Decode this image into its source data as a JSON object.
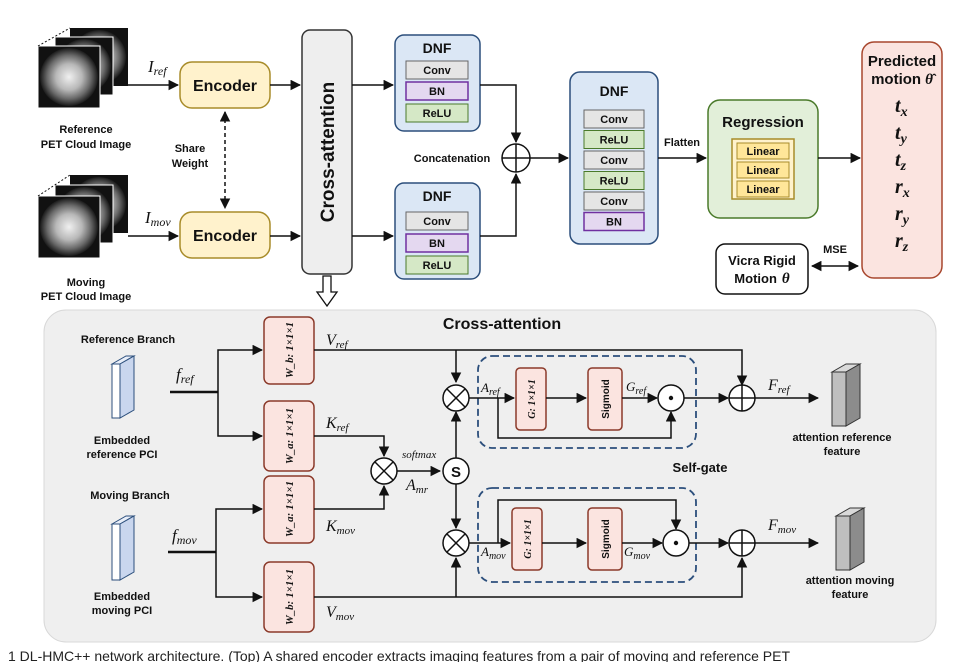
{
  "inputs": {
    "ref_symbol": "I",
    "ref_sub": "ref",
    "mov_symbol": "I",
    "mov_sub": "mov",
    "ref_caption_1": "Reference",
    "ref_caption_2": "PET Cloud Image",
    "mov_caption_1": "Moving",
    "mov_caption_2": "PET Cloud Image",
    "share_1": "Share",
    "share_2": "Weight"
  },
  "encoder": {
    "label": "Encoder"
  },
  "cross_attention_bar": {
    "label": "Cross-attention"
  },
  "dnf_top": {
    "title": "DNF",
    "layers": [
      "Conv",
      "BN",
      "ReLU"
    ]
  },
  "dnf_bottom": {
    "title": "DNF",
    "layers": [
      "Conv",
      "BN",
      "ReLU"
    ]
  },
  "concat": {
    "label": "Concatenation"
  },
  "dnf_main": {
    "title": "DNF",
    "layers": [
      "Conv",
      "ReLU",
      "Conv",
      "ReLU",
      "Conv",
      "BN"
    ]
  },
  "flatten": {
    "label": "Flatten"
  },
  "regression": {
    "title": "Regression",
    "layers": [
      "Linear",
      "Linear",
      "Linear"
    ]
  },
  "predicted": {
    "title_1": "Predicted",
    "title_2": "motion",
    "theta_hat": "θ̂",
    "params": [
      {
        "sym": "t",
        "sub": "x"
      },
      {
        "sym": "t",
        "sub": "y"
      },
      {
        "sym": "t",
        "sub": "z"
      },
      {
        "sym": "r",
        "sub": "x"
      },
      {
        "sym": "r",
        "sub": "y"
      },
      {
        "sym": "r",
        "sub": "z"
      }
    ]
  },
  "vicra": {
    "line_1": "Vicra Rigid",
    "line_2": "Motion",
    "theta": "θ"
  },
  "mse": {
    "label": "MSE"
  },
  "detail": {
    "title": "Cross-attention",
    "reference_branch": "Reference Branch",
    "moving_branch": "Moving Branch",
    "f_ref": {
      "sym": "f",
      "sub": "ref"
    },
    "f_mov": {
      "sym": "f",
      "sub": "mov"
    },
    "embedded_ref_1": "Embedded",
    "embedded_ref_2": "reference PCI",
    "embedded_mov_1": "Embedded",
    "embedded_mov_2": "moving PCI",
    "conv_wb_top": "W_b: 1×1×1",
    "conv_wa_top": "W_a: 1×1×1",
    "conv_wa_bot": "W_a: 1×1×1",
    "conv_wb_bot": "W_b: 1×1×1",
    "v_ref": {
      "sym": "V",
      "sub": "ref"
    },
    "k_ref": {
      "sym": "K",
      "sub": "ref"
    },
    "k_mov": {
      "sym": "K",
      "sub": "mov"
    },
    "v_mov": {
      "sym": "V",
      "sub": "mov"
    },
    "softmax": "softmax",
    "s_node": "S",
    "a_mr": {
      "sym": "A",
      "sub": "mr"
    },
    "a_ref": {
      "sym": "A",
      "sub": "ref"
    },
    "a_mov": {
      "sym": "A",
      "sub": "mov"
    },
    "g_conv": "G: 1×1×1",
    "sigmoid": "Sigmoid",
    "g_ref": {
      "sym": "G",
      "sub": "ref"
    },
    "g_mov": {
      "sym": "G",
      "sub": "mov"
    },
    "self_gate": "Self-gate",
    "f_ref_out": {
      "sym": "F",
      "sub": "ref"
    },
    "f_mov_out": {
      "sym": "F",
      "sub": "mov"
    },
    "att_ref_1": "attention reference",
    "att_ref_2": "feature",
    "att_mov_1": "attention moving",
    "att_mov_2": "feature"
  },
  "caption": "1   DL-HMC++ network architecture. (Top) A shared encoder extracts imaging features from a pair of moving and reference PET"
}
